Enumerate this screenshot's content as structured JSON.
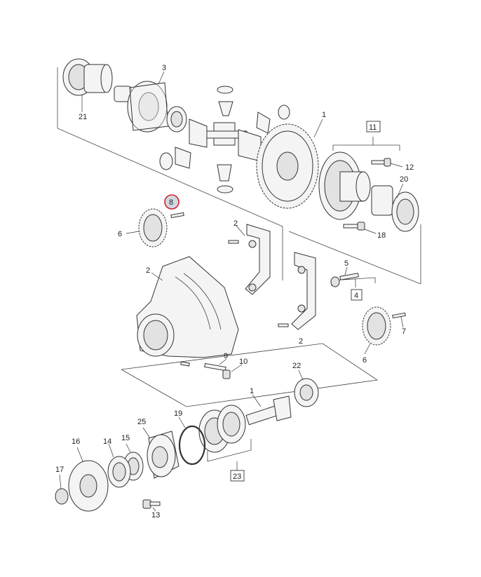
{
  "labels": {
    "l1a": "1",
    "l1b": "1",
    "l2a": "2",
    "l2b": "2",
    "l2c": "2",
    "l3": "3",
    "l4": "4",
    "l5": "5",
    "l6a": "6",
    "l6b": "6",
    "l7": "7",
    "l8": "8",
    "l9": "9",
    "l10": "10",
    "l11": "11",
    "l12": "12",
    "l13": "13",
    "l14": "14",
    "l15": "15",
    "l16": "16",
    "l17": "17",
    "l18": "18",
    "l19": "19",
    "l20": "20",
    "l21": "21",
    "l22": "22",
    "l23": "23",
    "l25": "25"
  },
  "colors": {
    "highlight_ring": "#d2232a",
    "highlight_fill": "#cfd8e3"
  }
}
